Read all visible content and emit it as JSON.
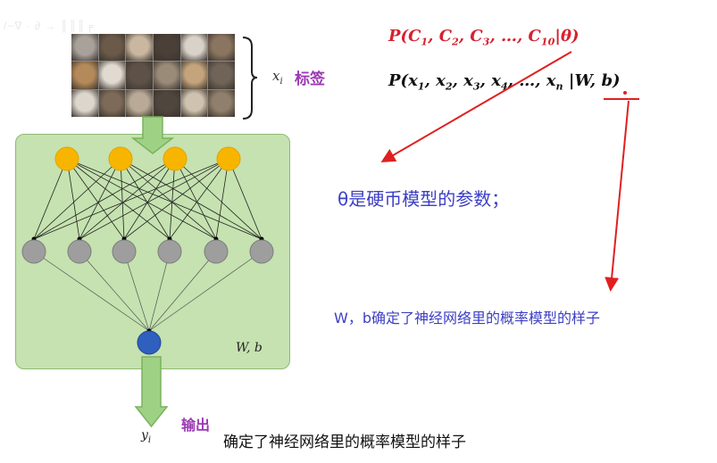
{
  "watermark": "/−∇ · ∂ → ║║║╒",
  "input_labels": {
    "xi": "x",
    "xi_sub": "i",
    "tag": "标签"
  },
  "network": {
    "params": "W, b",
    "output_symbol": "y",
    "output_sub": "i",
    "output_text": "输出"
  },
  "formulas": {
    "f1": {
      "lead": "P(",
      "c": "C",
      "subs": [
        "1",
        "2",
        "3",
        "10"
      ],
      "theta": "θ",
      "tail": ")"
    },
    "f2": {
      "lead": "P(",
      "x": "x",
      "subs": [
        "1",
        "2",
        "3",
        "4",
        "n"
      ],
      "w": "W",
      "b": "b",
      "tail": ")"
    }
  },
  "annotations": {
    "theta_note": "θ是硬币模型的参数；",
    "wb_note": "W，b确定了神经网络里的概率模型的样子"
  },
  "subtitle": "确定了神经网络里的概率模型的样子",
  "colors": {
    "red": "#d6212f",
    "blue": "#3d3fc4",
    "purple": "#9c3ab3",
    "box_green": "#c5e2b0",
    "input_node": "#f7b500",
    "hidden_node": "#9e9e9e",
    "output_node": "#2f5fbf"
  }
}
